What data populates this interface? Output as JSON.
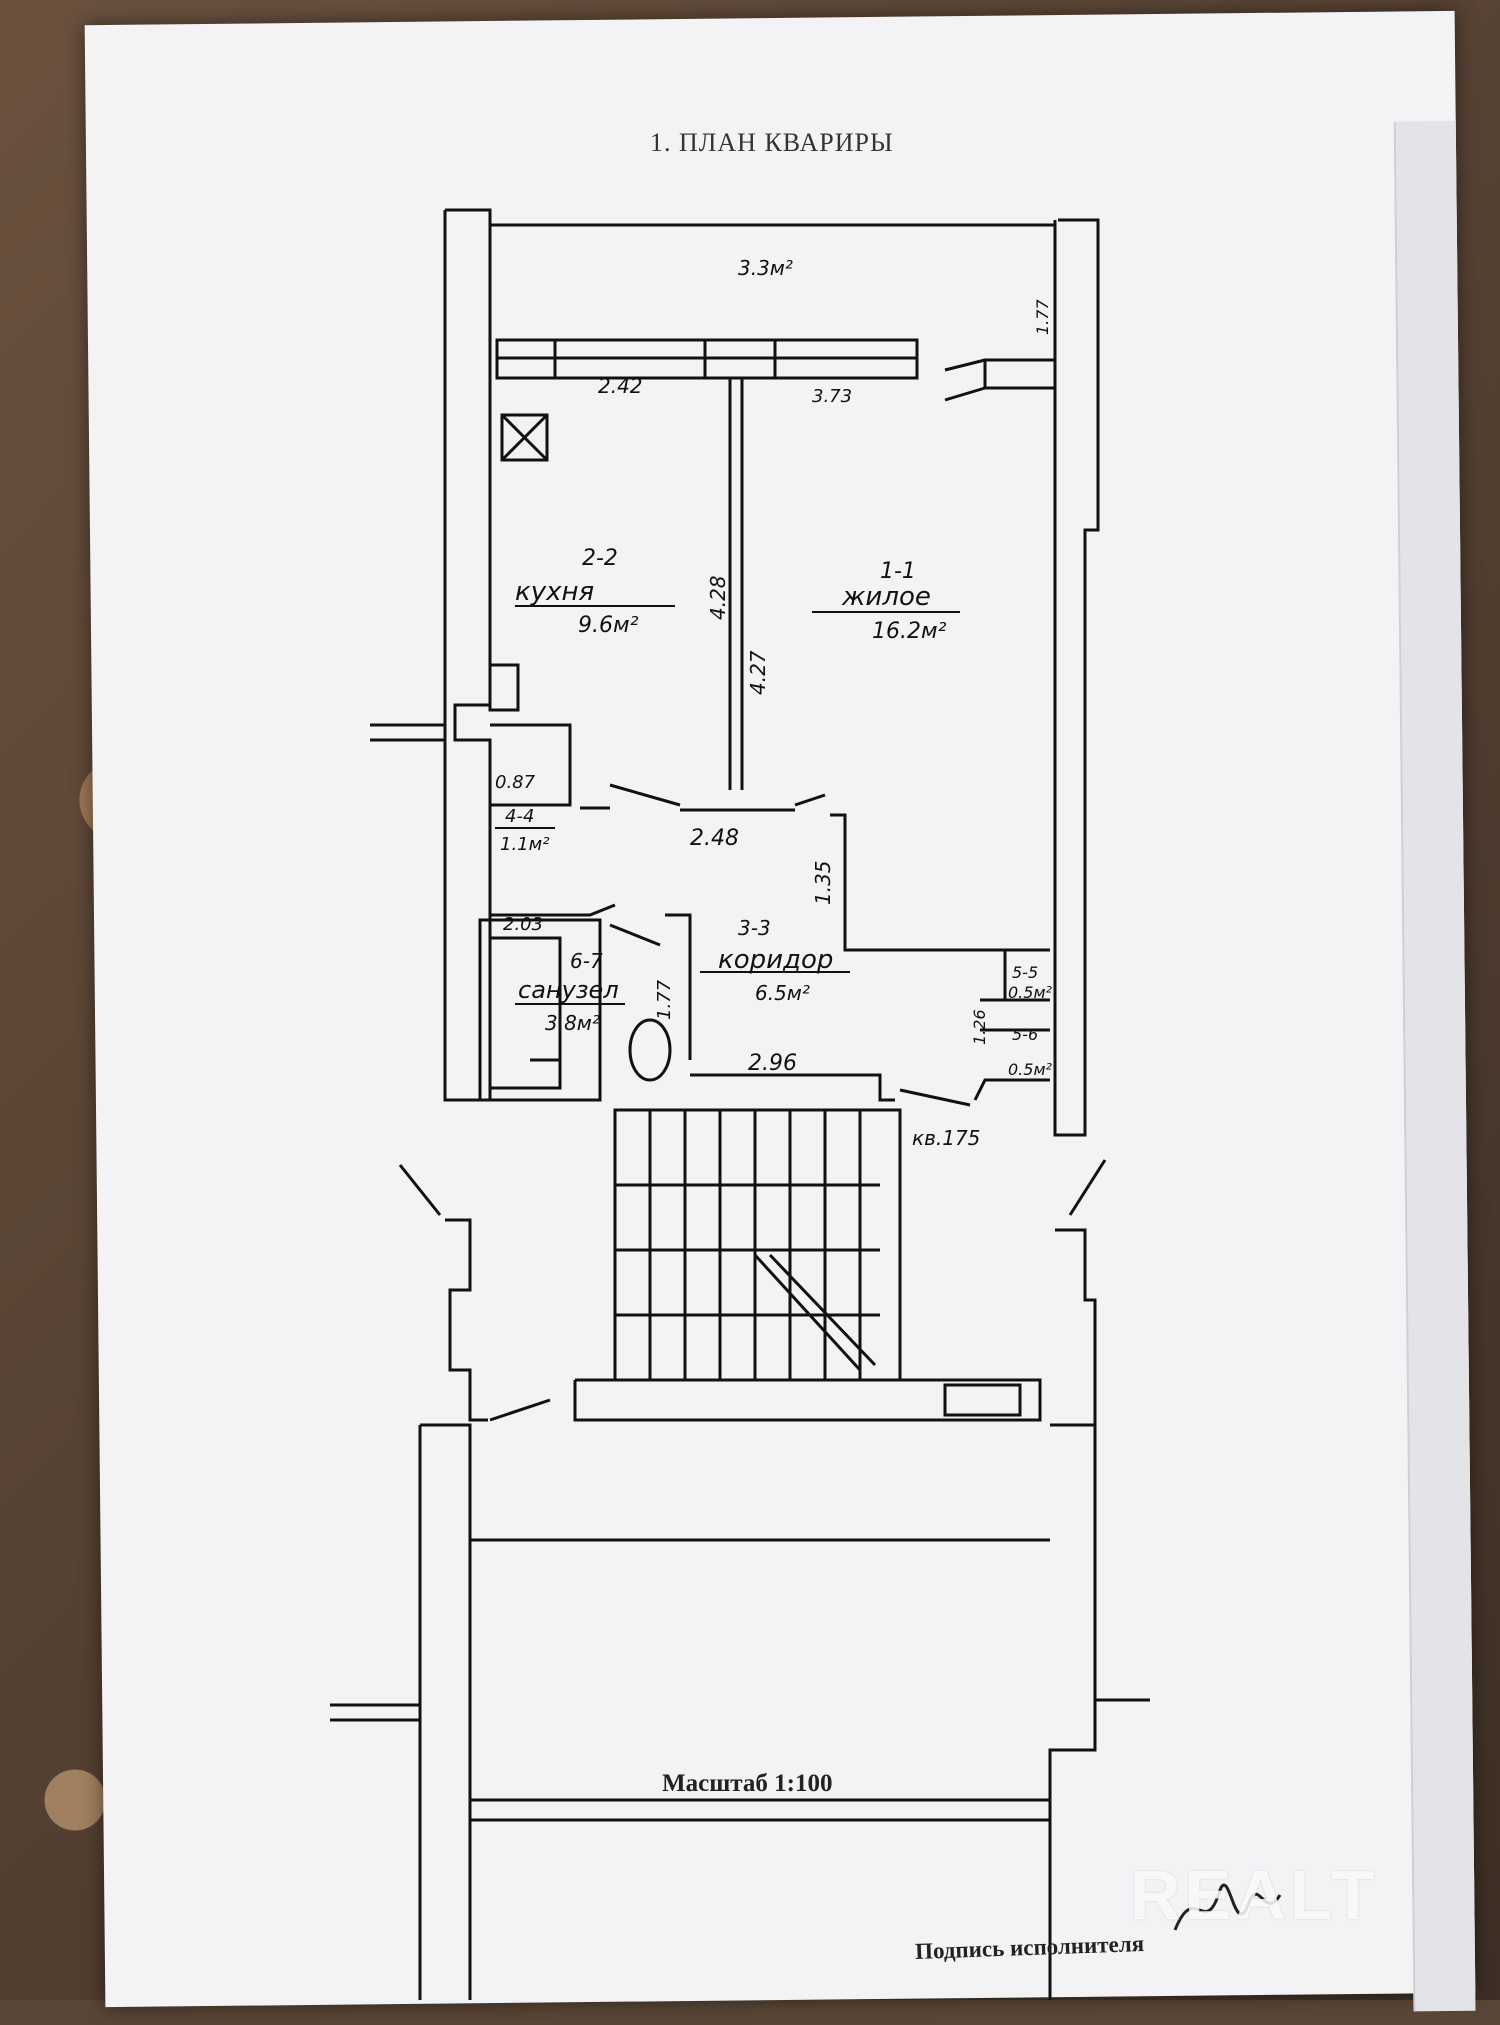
{
  "title": "1. ПЛАН КВАРИРЫ",
  "scale": "Масштаб 1:100",
  "signature_label": "Подпись исполнителя",
  "watermark": "REALT",
  "rooms": {
    "balcony_area": "3.3м²",
    "living_id": "1-1",
    "living_name": "жилое",
    "living_area": "16.2м²",
    "kitchen_id": "2-2",
    "kitchen_name": "кухня",
    "kitchen_area": "9.6м²",
    "corridor_id": "3-3",
    "corridor_name": "коридор",
    "corridor_area": "6.5м²",
    "closet_id": "4-4",
    "closet_area": "1.1м²",
    "bath_id": "6-7",
    "bath_name": "санузел",
    "bath_area": "3.8м²",
    "storage1_id": "5-5",
    "storage1_area": "0.5м²",
    "storage2_id": "5-6",
    "storage2_area": "0.5м²"
  },
  "dimensions": {
    "d_242": "2.42",
    "d_373": "3.73",
    "d_177_top": "1.77",
    "d_428": "4.28",
    "d_427": "4.27",
    "d_087": "0.87",
    "d_248": "2.48",
    "d_135": "1.35",
    "d_203": "2.03",
    "d_177_bath": "1.77",
    "d_296": "2.96",
    "d_126": "1.26",
    "d_kv175": "кв.175"
  }
}
